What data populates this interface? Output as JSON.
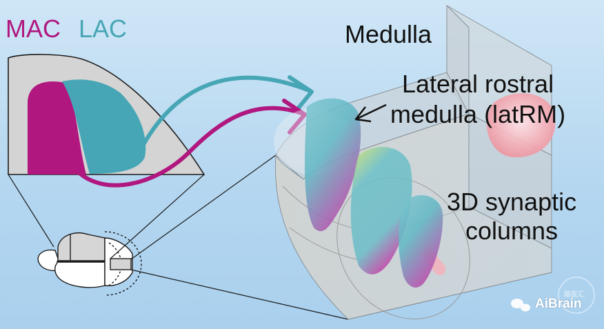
{
  "legend": {
    "mac_label": "MAC",
    "lac_label": "LAC",
    "mac_color": "#b0177f",
    "lac_color": "#47a6b5"
  },
  "labels": {
    "medulla": "Medulla",
    "latrm_line1": "Lateral rostral",
    "latrm_line2": "medulla (latRM)",
    "columns_line1": "3D synaptic",
    "columns_line2": "columns"
  },
  "watermark": {
    "brand": "AiBrain",
    "small": "脑医汇"
  },
  "colors": {
    "background": "#b9d9f1",
    "outline": "#1a1a1a",
    "section_fill": "#d6d6d6",
    "latrm_pink": "#f4a0a8"
  }
}
